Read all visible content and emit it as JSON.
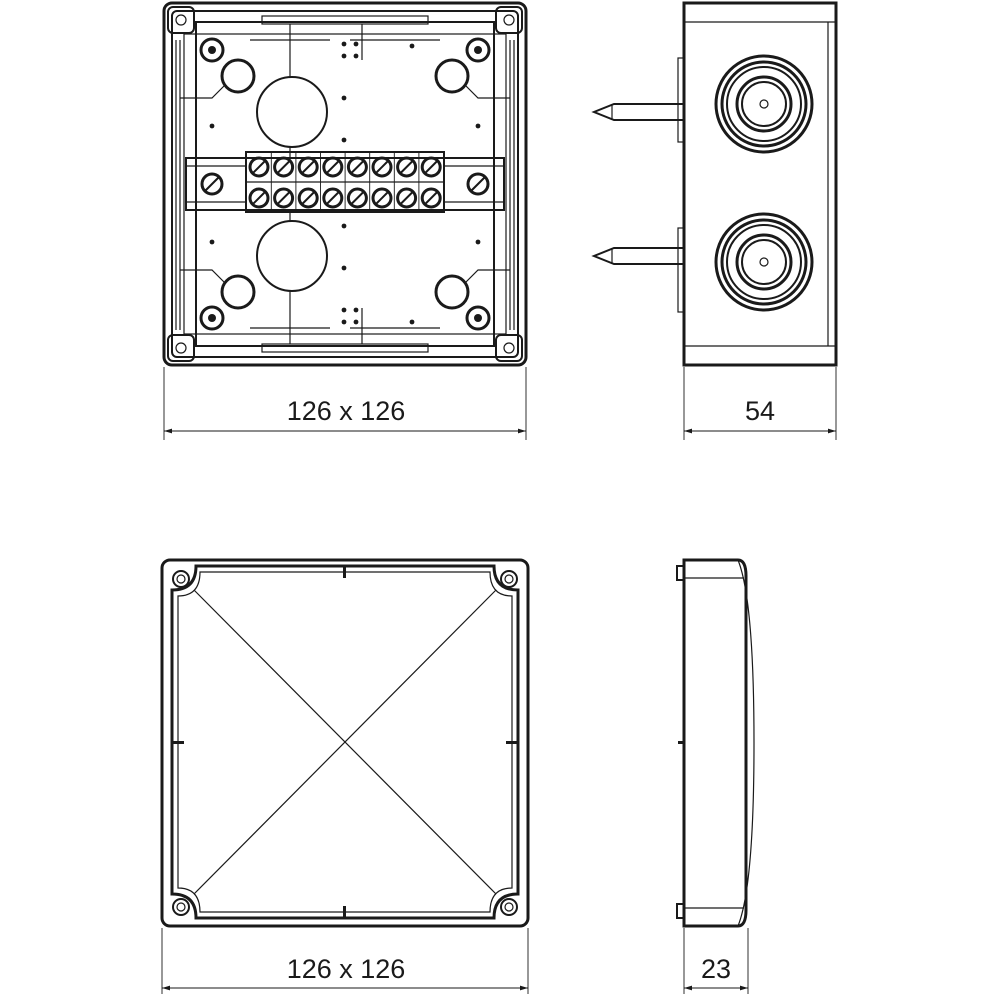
{
  "views": {
    "box_top": {
      "dimension_label": "126 x 126"
    },
    "box_side": {
      "dimension_label": "54"
    },
    "lid_top": {
      "dimension_label": "126 x 126"
    },
    "lid_side": {
      "dimension_label": "23"
    }
  },
  "terminal_block": {
    "pole_count": 8
  },
  "colors": {
    "line": "#1a1a1a",
    "background": "#ffffff"
  }
}
